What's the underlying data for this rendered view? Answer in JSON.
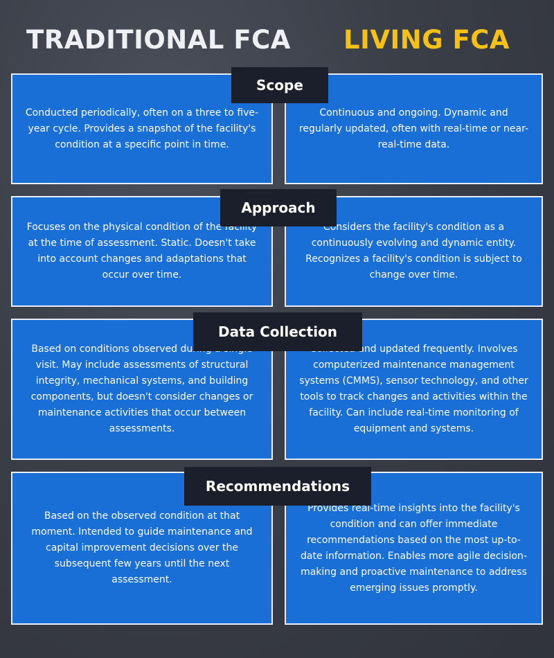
{
  "columns": {
    "left_title": "TRADITIONAL FCA",
    "right_title": "LIVING FCA"
  },
  "sections": [
    {
      "label": "Scope",
      "traditional": "Conducted periodically, often on a three to five-year cycle. Provides a snapshot of the facility's condition at a specific point in time.",
      "living": "Continuous and ongoing. Dynamic and regularly updated, often with real-time or near-real-time data."
    },
    {
      "label": "Approach",
      "traditional": "Focuses on the physical condition of the facility at the time of assessment. Static. Doesn't take into account changes and adaptations that occur over time.",
      "living": "Considers the facility's condition as a continuously evolving and dynamic entity. Recognizes a facility's condition is subject to change over time."
    },
    {
      "label": "Data Collection",
      "traditional": "Based on conditions observed during a single visit. May include assessments of structural integrity, mechanical systems, and building components, but doesn't consider changes or maintenance activities that occur between assessments.",
      "living": "Collected and updated frequently. Involves computerized maintenance management systems (CMMS), sensor technology, and other tools to track changes and activities within the facility. Can include real-time monitoring of equipment and systems."
    },
    {
      "label": "Recommendations",
      "traditional": "Based on the observed condition at that moment. Intended to guide maintenance and capital improvement decisions over the subsequent few years until the next assessment.",
      "living": "Provides real-time insights into the facility's condition and can offer immediate recommendations based on the most up-to-date information. Enables more agile decision-making and proactive maintenance to address emerging issues promptly."
    }
  ],
  "colors": {
    "background": "#3a3e47",
    "box_fill": "#1a6fd6",
    "box_border": "#e9eef6",
    "label_fill": "#1b1e2b",
    "left_title": "#eef0f3",
    "right_title": "#f5c116"
  }
}
